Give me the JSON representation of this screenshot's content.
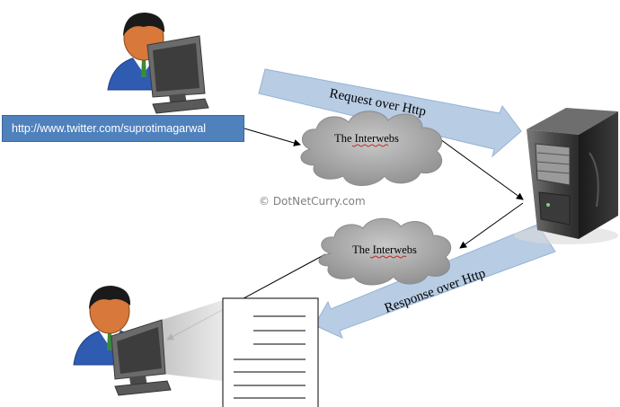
{
  "url_bar": {
    "text": "http://www.twitter.com/suprotimagarwal"
  },
  "clouds": [
    {
      "label": "The Interwebs"
    },
    {
      "label": "The Interwebs"
    }
  ],
  "arrows": {
    "request_label": "Request over Http",
    "response_label": "Response over Http"
  },
  "watermark": "© DotNetCurry.com",
  "colors": {
    "arrow_fill": "#b8cce4",
    "arrow_stroke": "#95b3d7",
    "url_box": "#4f81bd",
    "cloud": "#a6a6a6",
    "skin": "#d8783a",
    "shirt": "#2f5cb0",
    "monitor": "#5a5a5a"
  },
  "icons": [
    "user-at-computer-icon",
    "server-icon",
    "cloud-icon",
    "document-icon"
  ]
}
